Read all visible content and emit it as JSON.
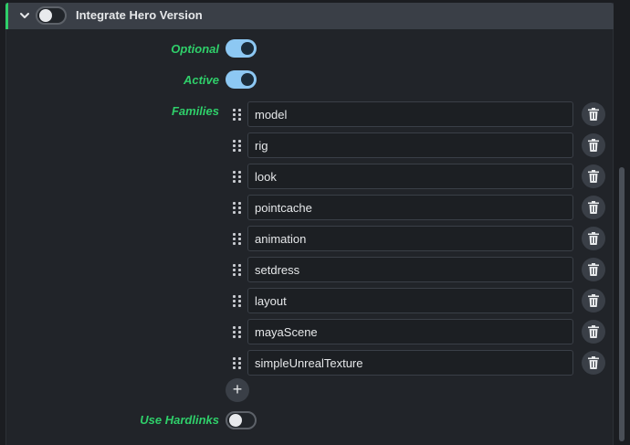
{
  "header": {
    "title": "Integrate Hero Version",
    "enabled": false
  },
  "fields": {
    "optional": {
      "label": "Optional",
      "value": true
    },
    "active": {
      "label": "Active",
      "value": true
    },
    "families_label": "Families",
    "use_hardlinks": {
      "label": "Use Hardlinks",
      "value": false
    }
  },
  "families": [
    "model",
    "rig",
    "look",
    "pointcache",
    "animation",
    "setdress",
    "layout",
    "mayaScene",
    "simpleUnrealTexture"
  ],
  "buttons": {
    "add_label": "+"
  },
  "icons": {
    "expand": "chevron-down-icon",
    "delete": "trash-icon",
    "drag": "drag-handle-icon"
  },
  "colors": {
    "accent_green": "#2fcf6a",
    "toggle_on": "#8dc8f3",
    "header_bg": "#3a3f47"
  }
}
